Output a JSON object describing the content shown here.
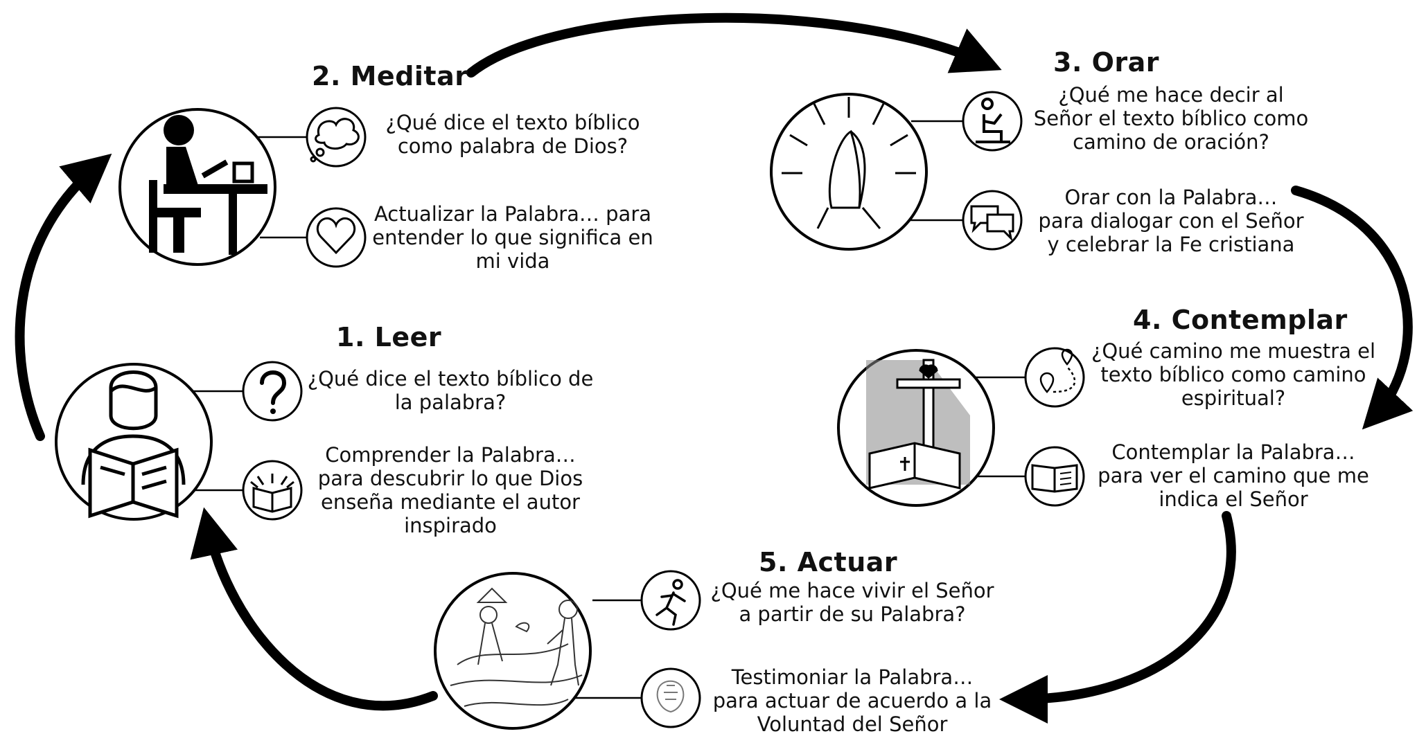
{
  "steps": {
    "leer": {
      "title": "1. Leer",
      "question": [
        "¿Qué dice el texto bíblico de",
        "la palabra?"
      ],
      "action": [
        "Comprender la Palabra…",
        "para descubrir lo que Dios",
        "enseña mediante el autor",
        "inspirado"
      ],
      "question_icon": "question-mark-icon",
      "action_icon": "glowing-open-book-icon",
      "image": "person-reading-book-icon"
    },
    "meditar": {
      "title": "2. Meditar",
      "question": [
        "¿Qué dice el texto bíblico",
        "como palabra de Dios?"
      ],
      "action": [
        "Actualizar la Palabra… para",
        "entender lo que significa en",
        "mi vida"
      ],
      "question_icon": "thought-cloud-icon",
      "action_icon": "heart-icon",
      "image": "person-studying-at-desk-icon"
    },
    "orar": {
      "title": "3. Orar",
      "question": [
        "¿Qué me hace decir al",
        "Señor el texto bíblico como",
        "camino de oración?"
      ],
      "action": [
        "Orar con la Palabra…",
        "para dialogar con el Señor",
        "y celebrar la Fe cristiana"
      ],
      "question_icon": "kneeling-prayer-icon",
      "action_icon": "chat-bubbles-icon",
      "image": "praying-hands-icon"
    },
    "contemplar": {
      "title": "4. Contemplar",
      "question": [
        "¿Qué camino me muestra el",
        "texto bíblico como camino",
        "espiritual?"
      ],
      "action": [
        "Contemplar la Palabra…",
        "para ver el camino que me",
        "indica el Señor"
      ],
      "question_icon": "map-route-icon",
      "action_icon": "open-bible-icon",
      "image": "cross-and-bible-icon"
    },
    "actuar": {
      "title": "5. Actuar",
      "question": [
        "¿Qué me hace vivir el Señor",
        "a partir de su Palabra?"
      ],
      "action": [
        "Testimoniar la Palabra…",
        "para actuar de acuerdo a la",
        "Voluntad del Señor"
      ],
      "question_icon": "running-person-icon",
      "action_icon": "sketch-emblem-icon",
      "image": "two-people-on-path-sketch-icon"
    }
  },
  "cycle_arrows": [
    "leer-to-meditar",
    "meditar-to-orar",
    "orar-to-contemplar",
    "contemplar-to-actuar",
    "actuar-to-leer"
  ]
}
